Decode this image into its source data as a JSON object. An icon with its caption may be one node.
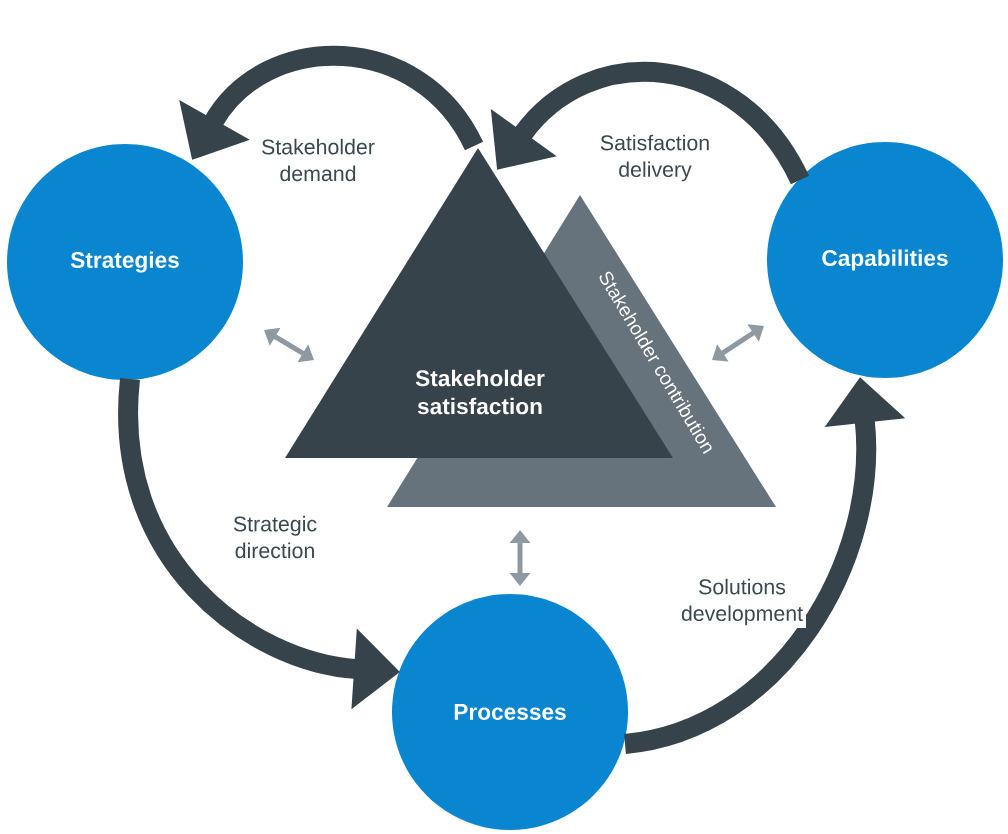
{
  "diagram": {
    "nodes": [
      {
        "text": [
          "Strategies"
        ]
      },
      {
        "text": [
          "Capabilities"
        ]
      },
      {
        "text": [
          "Processes"
        ]
      },
      {
        "text": [
          "Stakeholder satisfaction"
        ]
      },
      {
        "text": [
          "Stakeholder contribution"
        ]
      }
    ],
    "edges": [
      {
        "from": 3,
        "to": 0,
        "arrow": "to",
        "label": "Stakeholder demand"
      },
      {
        "from": 1,
        "to": 3,
        "arrow": "to",
        "label": "Satisfaction delivery"
      },
      {
        "from": 0,
        "to": 2,
        "arrow": "to",
        "label": "Strategic direction"
      },
      {
        "from": 2,
        "to": 1,
        "arrow": "to",
        "label": "Solutions development"
      },
      {
        "from": 0,
        "to": 3,
        "arrow": "both",
        "color": "#8e99a1"
      },
      {
        "from": 1,
        "to": 4,
        "arrow": "both",
        "color": "#8e99a1"
      },
      {
        "from": 2,
        "to": 4,
        "arrow": "both",
        "color": "#8e99a1"
      }
    ]
  }
}
